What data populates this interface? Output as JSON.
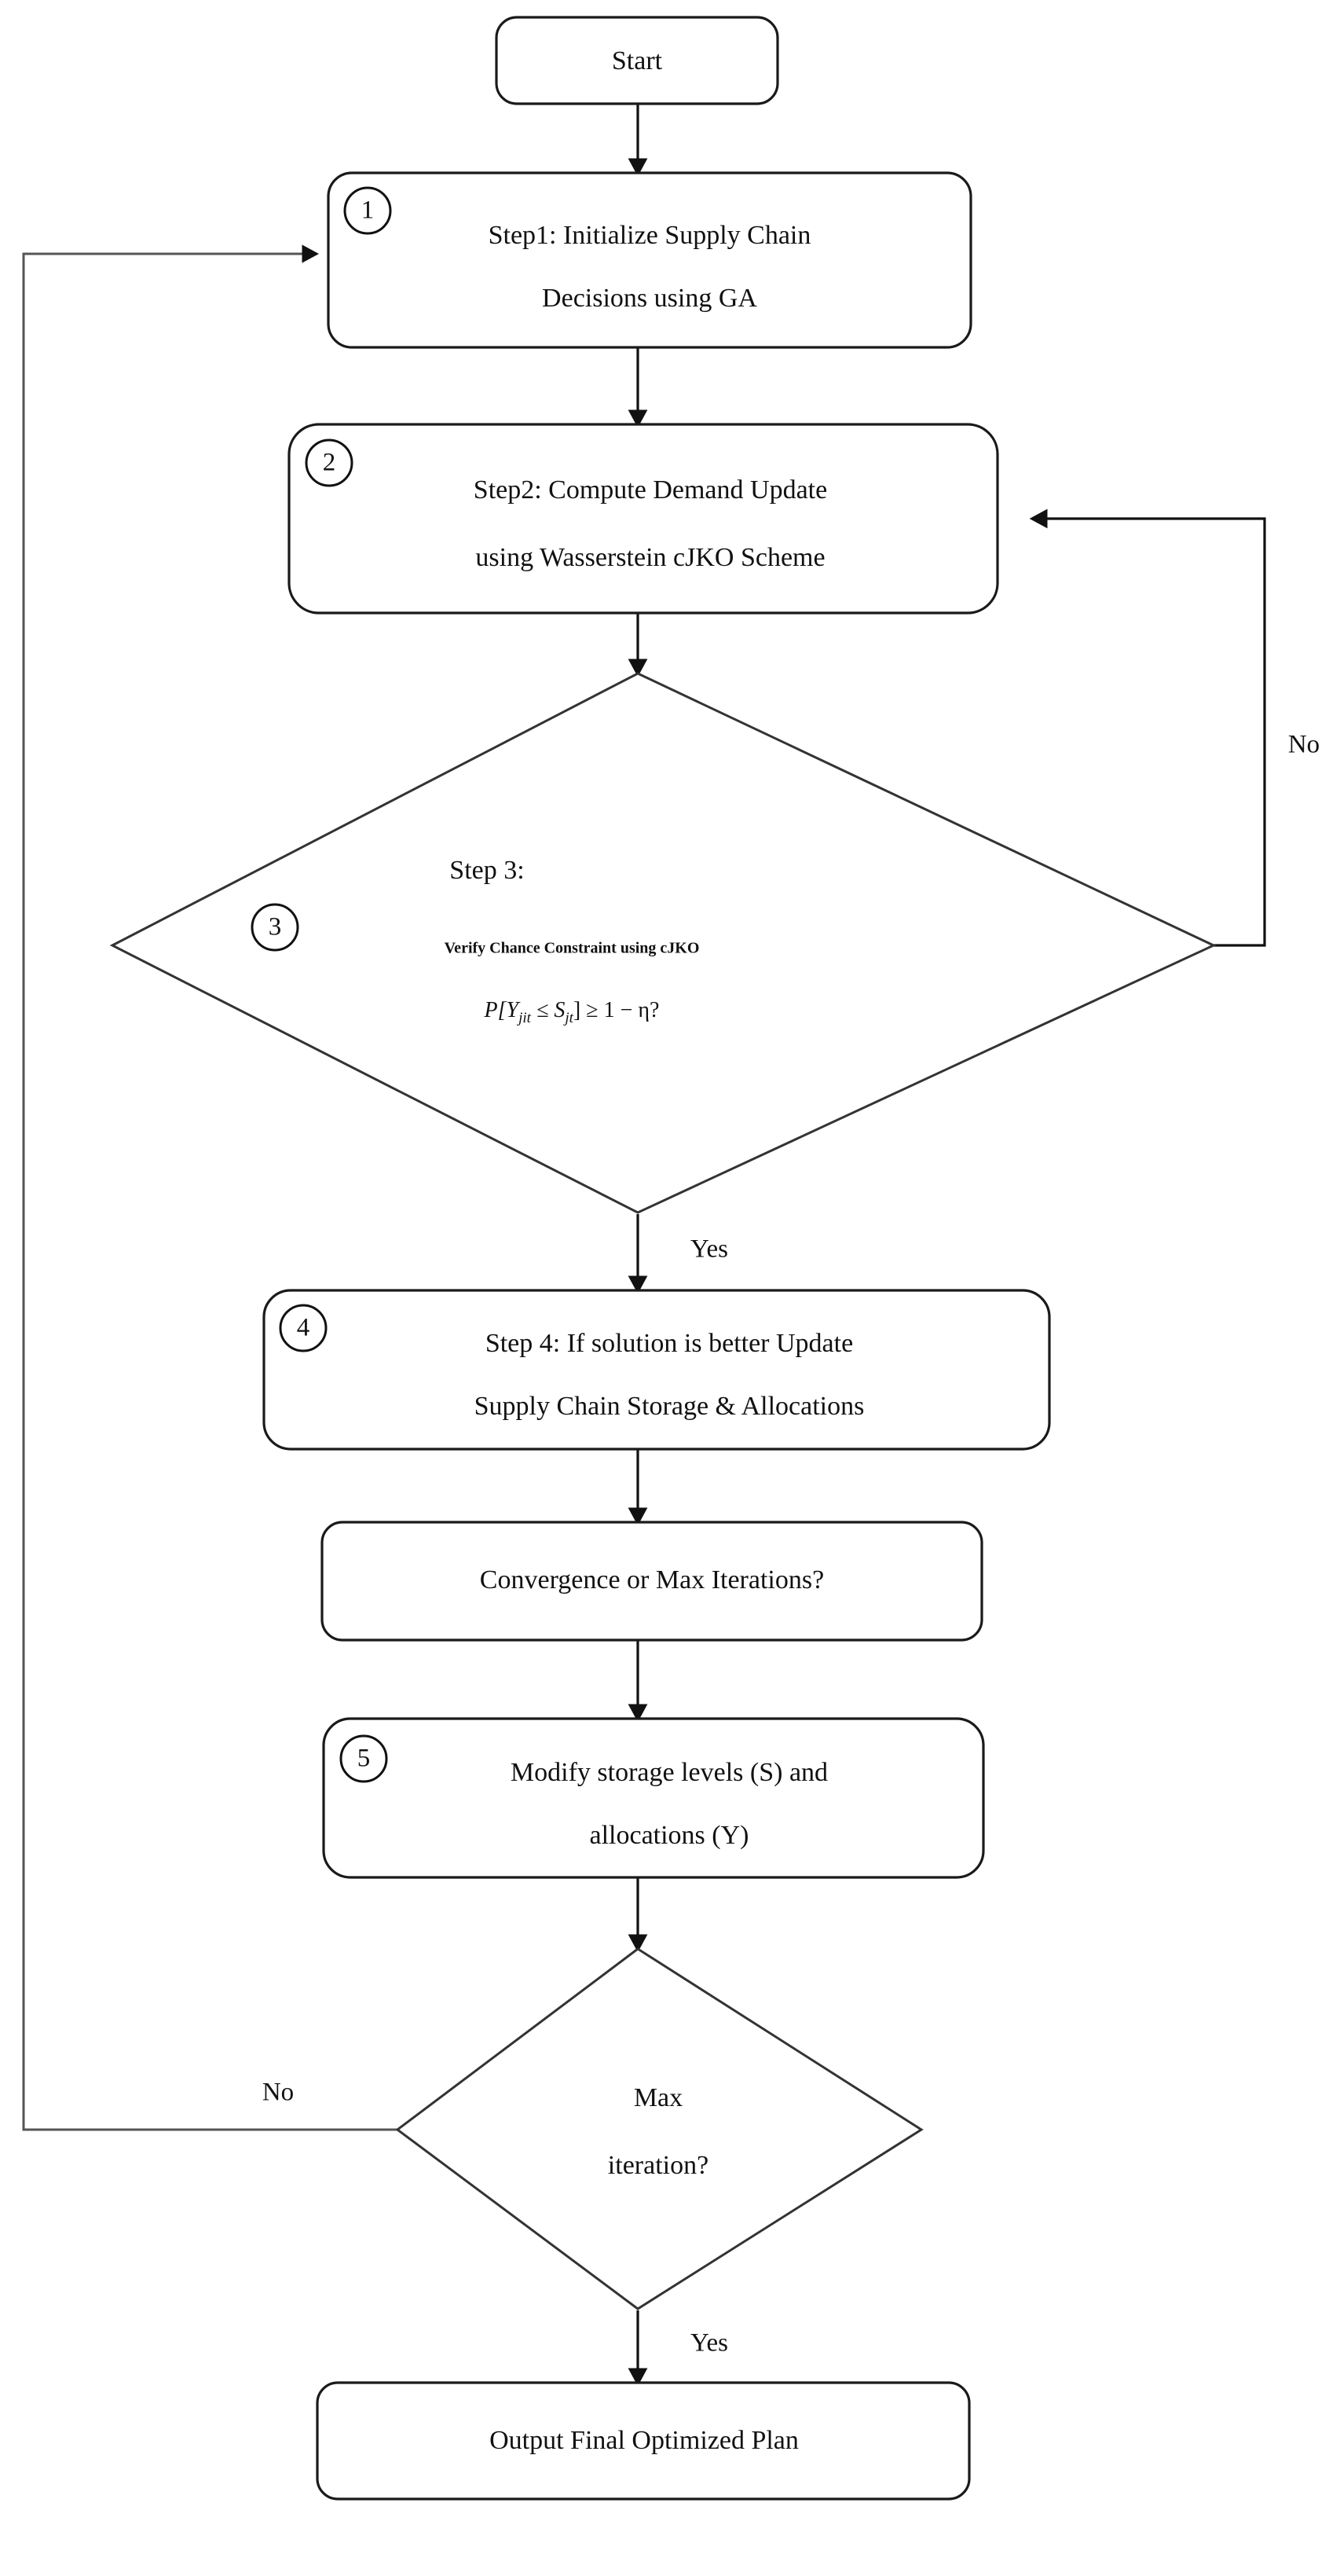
{
  "diagram": {
    "title": "Supply Chain Optimization Flowchart",
    "type": "flowchart",
    "background_color": "#ffffff",
    "stroke_color": "#111111"
  },
  "nodes": {
    "start": {
      "label": "Start",
      "shape": "rounded-rectangle"
    },
    "step1": {
      "badge": "1",
      "line1": "Step1: Initialize Supply Chain",
      "line2": "Decisions using GA",
      "shape": "rounded-rectangle"
    },
    "step2": {
      "badge": "2",
      "line1": "Step2: Compute Demand Update",
      "line2": "using Wasserstein cJKO Scheme",
      "shape": "rounded-rectangle"
    },
    "step3": {
      "badge": "3",
      "title": "Step 3:",
      "subtitle": "Verify Chance Constraint using cJKO",
      "formula_prefix": "P[Y",
      "formula_sub1": "jit",
      "formula_mid": " ≤ S",
      "formula_sub2": "jt",
      "formula_suffix": "] ≥ 1 − η?",
      "formula_plain": "P[Y_jit ≤ S_jt] ≥ 1 − η?",
      "shape": "diamond"
    },
    "step4": {
      "badge": "4",
      "line1": "Step 4: If solution is better Update",
      "line2": "Supply Chain Storage & Allocations",
      "shape": "rounded-rectangle"
    },
    "convergence": {
      "label": "Convergence or Max Iterations?",
      "shape": "rounded-rectangle"
    },
    "step5": {
      "badge": "5",
      "line1": "Modify storage levels (S) and",
      "line2": "allocations (Y)",
      "shape": "rounded-rectangle"
    },
    "max_iteration": {
      "line1": "Max",
      "line2": "iteration?",
      "shape": "diamond"
    },
    "output": {
      "label": "Output Final Optimized Plan",
      "shape": "rounded-rectangle"
    }
  },
  "edge_labels": {
    "step3_no": "No",
    "step3_yes": "Yes",
    "max_iteration_no": "No",
    "max_iteration_yes": "Yes"
  }
}
